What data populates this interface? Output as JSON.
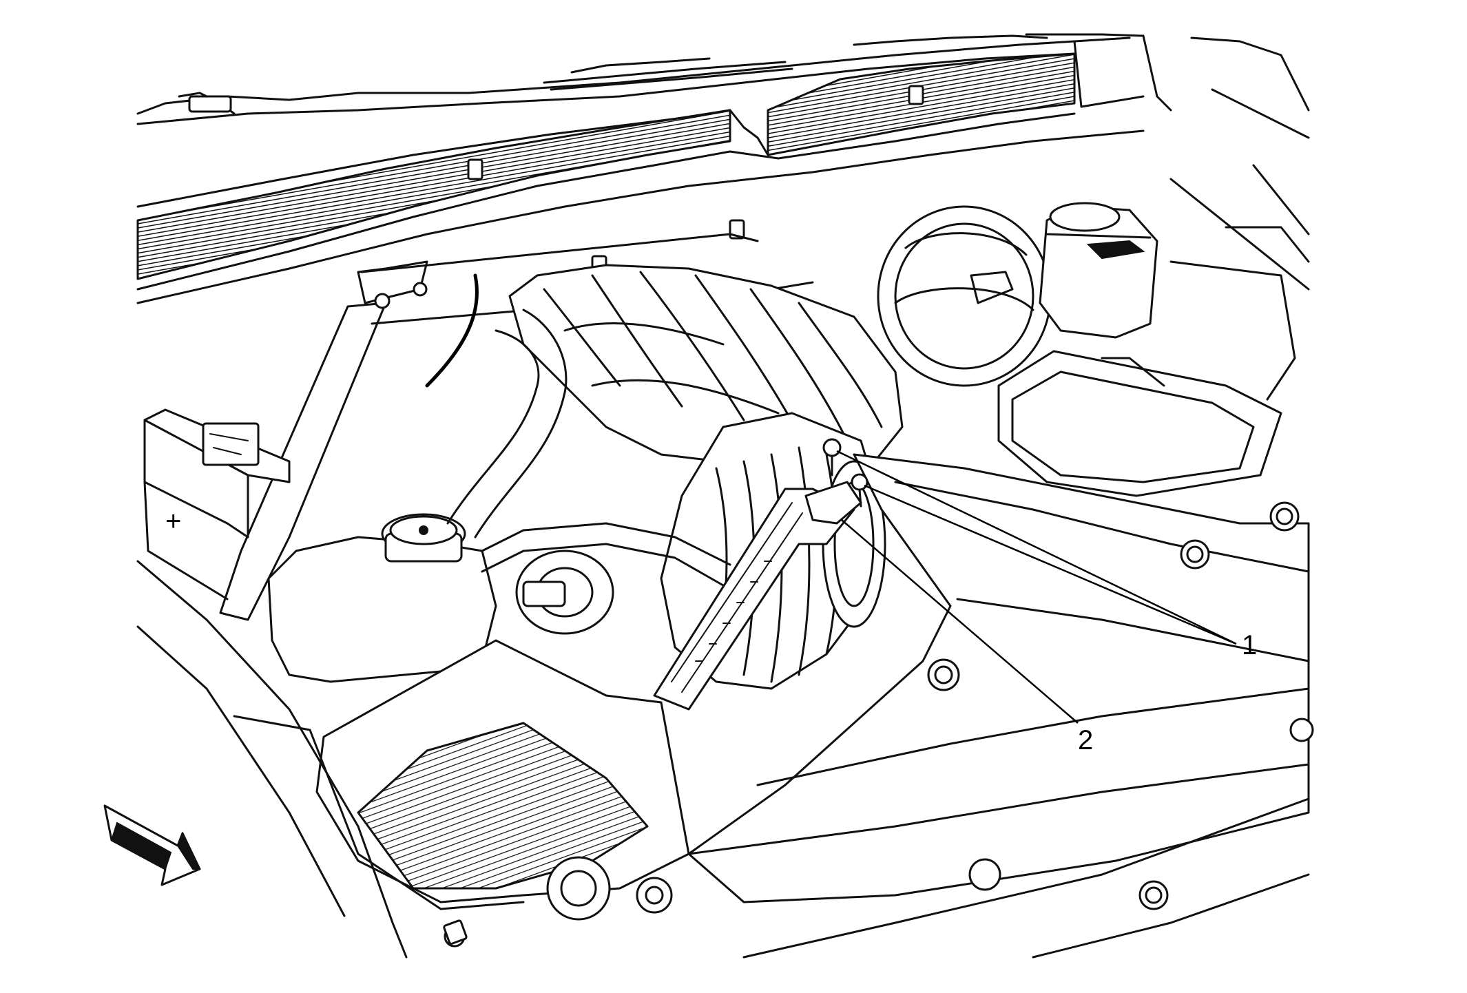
{
  "figure": {
    "callouts": [
      {
        "label": "1",
        "name": "callout-1"
      },
      {
        "label": "2",
        "name": "callout-2"
      }
    ],
    "symbols": {
      "battery_positive": "+",
      "direction_arrow": "front-arrow-icon"
    },
    "colors": {
      "line": "#111111",
      "background": "#ffffff"
    }
  }
}
